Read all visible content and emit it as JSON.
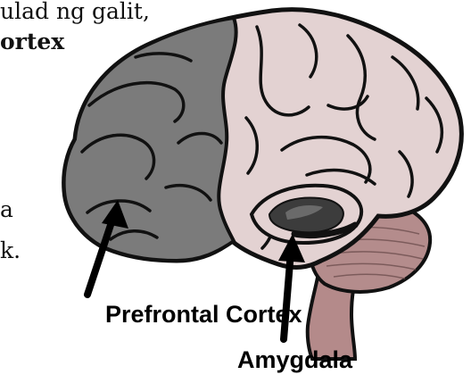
{
  "text_fragments": {
    "top_line": "ulad ng galit,",
    "cortex_bold": "ortex",
    "frag_a": "a",
    "frag_k": "k."
  },
  "labels": {
    "prefrontal": "Prefrontal Cortex",
    "amygdala": "Amygdala"
  },
  "colors": {
    "prefrontal_region": "#7b7b7b",
    "brain_body": "#e3d2d2",
    "cerebellum": "#b48c8c",
    "brainstem": "#b48a8a",
    "outline": "#111111",
    "amygdala_region": "#3c3c3c"
  }
}
